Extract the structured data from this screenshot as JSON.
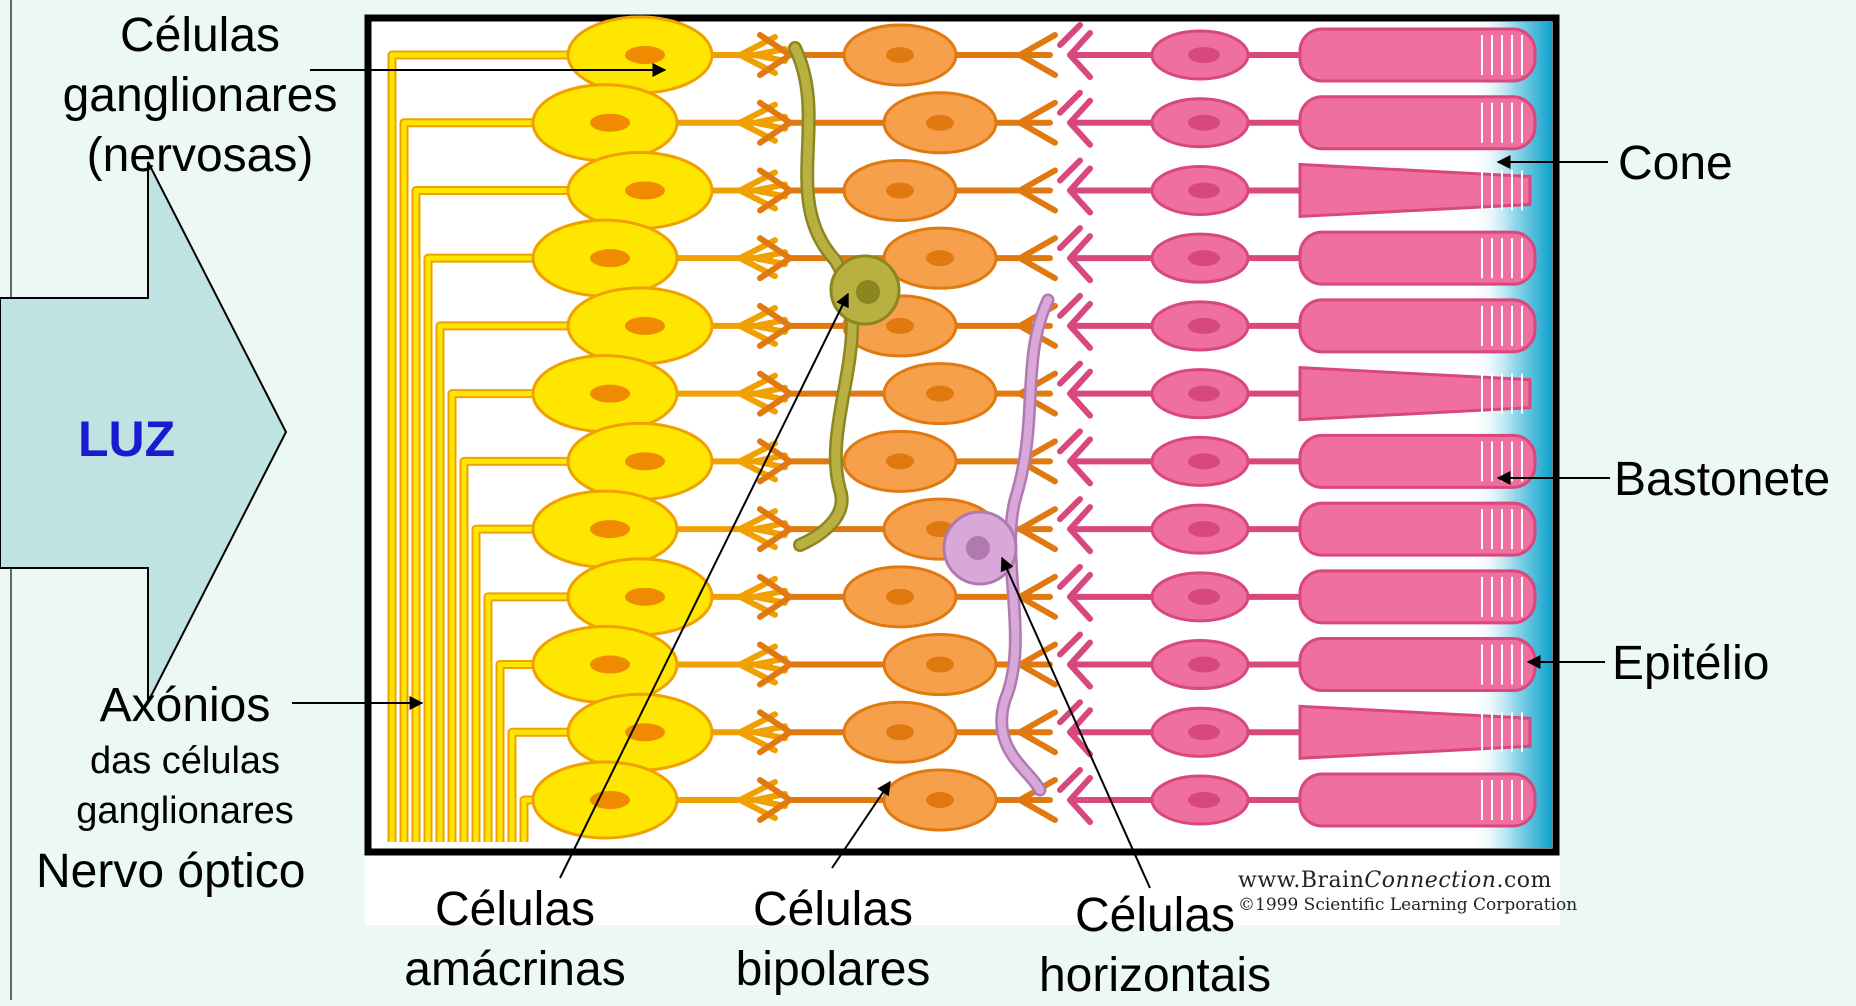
{
  "arrow": {
    "label": "LUZ",
    "fill": "#bfe2e2",
    "text_color": "#1a1ad0"
  },
  "labels": {
    "ganglion_l1": "Células",
    "ganglion_l2": "ganglionares",
    "ganglion_l3": "(nervosas)",
    "axons_l1": "Axónios",
    "axons_l2": "das células",
    "axons_l3": "ganglionares",
    "optic_nerve": "Nervo óptico",
    "amacrine_l1": "Células",
    "amacrine_l2": "amácrinas",
    "bipolar_l1": "Células",
    "bipolar_l2": "bipolares",
    "horizontal_l1": "Células",
    "horizontal_l2": "horizontais",
    "cone": "Cone",
    "rod": "Bastonete",
    "epithelium": "Epitélio"
  },
  "credit": {
    "site_prefix": "www.Brain",
    "site_italic": "Connection",
    "site_suffix": ".com",
    "copyright": "©1999 Scientific Learning Corporation"
  },
  "colors": {
    "ganglion": "#ffe600",
    "ganglion_outline": "#f0a000",
    "ganglion_nucleus": "#f08a00",
    "bipolar": "#f7a04c",
    "bipolar_outline": "#e07a10",
    "photoreceptor": "#ef6fa0",
    "photoreceptor_outline": "#d8487e",
    "amacrine": "#b8b040",
    "amacrine_outline": "#8c8620",
    "horizontal": "#d8a8d8",
    "horizontal_outline": "#b07ab0",
    "epithelium": "#1aa8d0"
  }
}
